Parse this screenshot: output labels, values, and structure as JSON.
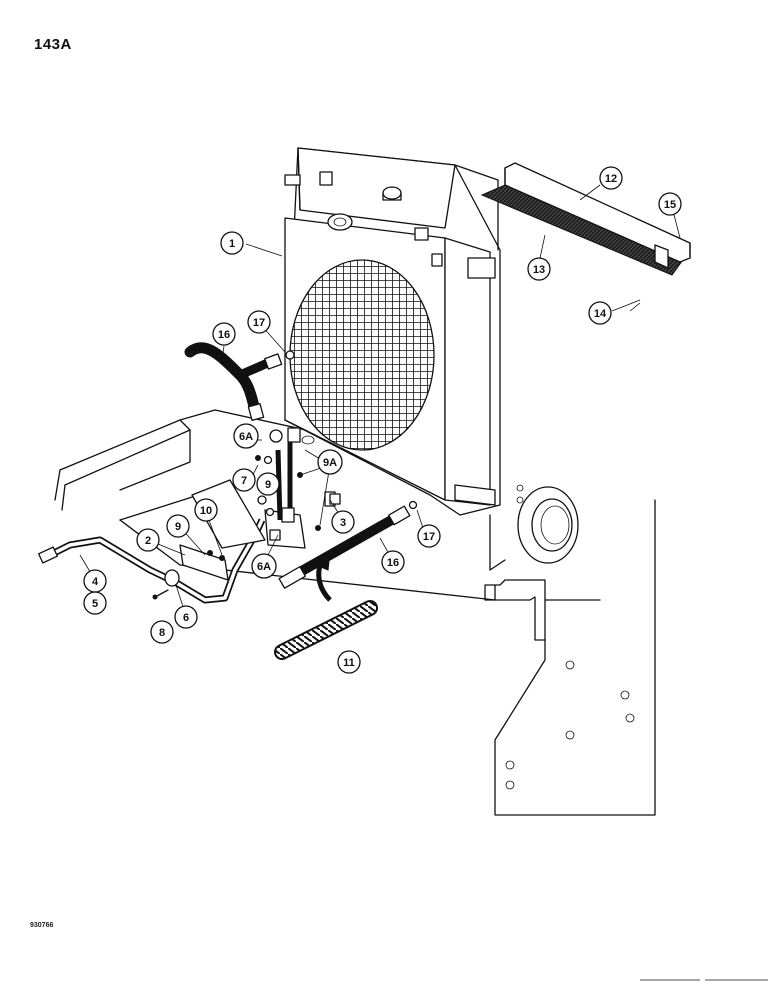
{
  "page_number": "143A",
  "drawing_code": "930766",
  "callouts": [
    "1",
    "2",
    "3",
    "4",
    "5",
    "6",
    "6A",
    "6A",
    "7",
    "8",
    "9",
    "9",
    "9A",
    "10",
    "11",
    "12",
    "13",
    "14",
    "15",
    "16",
    "16",
    "17",
    "17"
  ]
}
